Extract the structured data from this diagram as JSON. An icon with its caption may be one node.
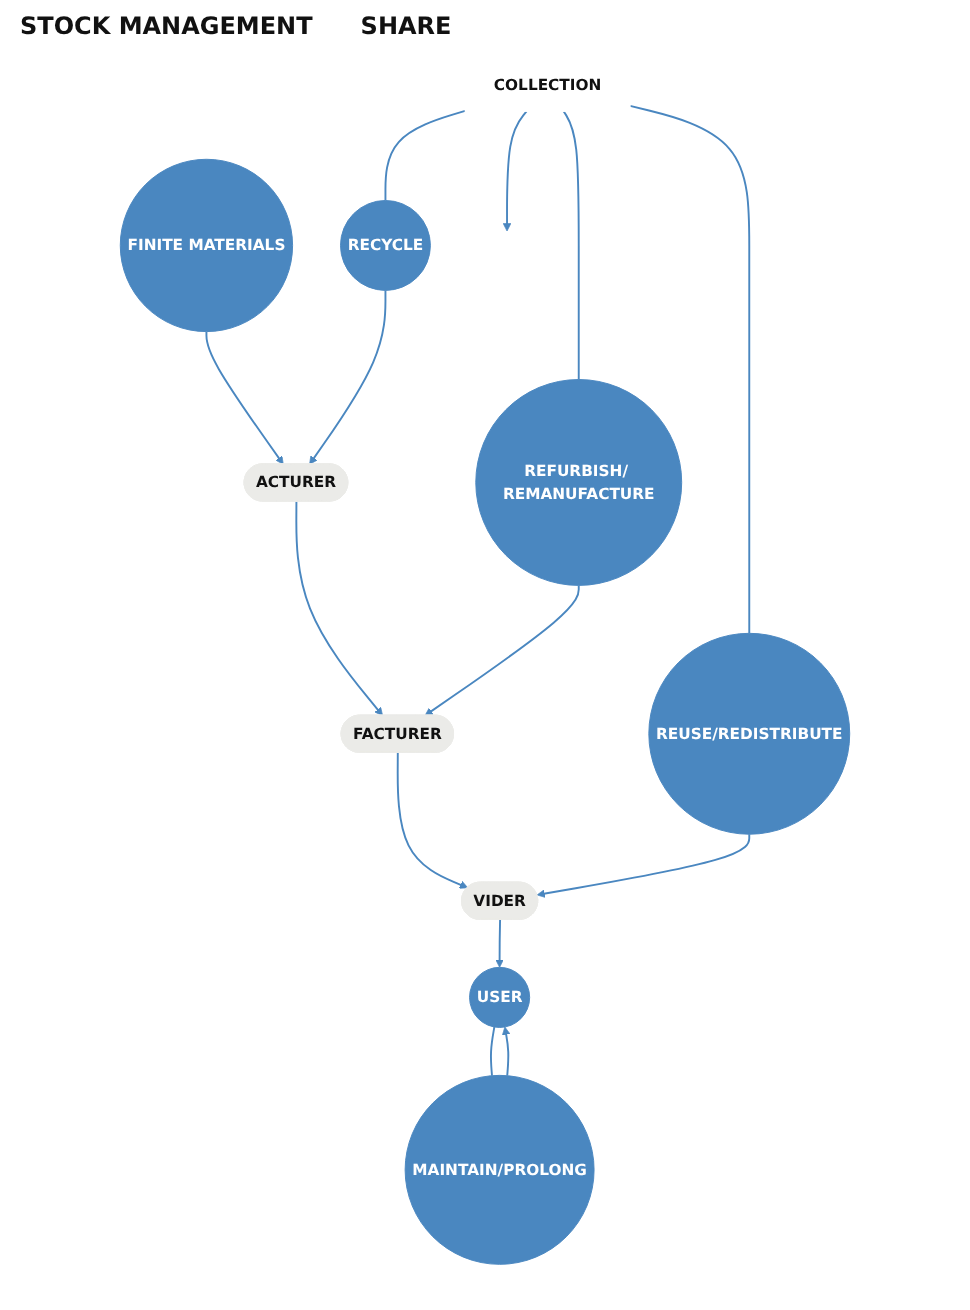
{
  "diagram": {
    "nodes": [
      {
        "text": [
          "FINITE MATERIALS"
        ]
      },
      {
        "text": [
          "ACTURER"
        ]
      },
      {
        "text": [
          "FACTURER"
        ]
      },
      {
        "text": [
          "VIDER"
        ]
      },
      {
        "text": [
          "USER"
        ]
      },
      {
        "text": [
          "MAINTAIN/PROLONG"
        ]
      },
      {
        "text": [
          "REUSE/REDISTRIBUTE"
        ]
      },
      {
        "text": [
          "REFURBISH/ REMANUFACTURE"
        ]
      },
      {
        "text": [
          "RECYCLE"
        ]
      },
      {
        "text": [
          "COLLECTION"
        ]
      }
    ],
    "edges": [
      {
        "from": 0,
        "to": 1,
        "arrow": "to"
      },
      {
        "from": 1,
        "to": 2,
        "arrow": "to"
      },
      {
        "from": 2,
        "to": 3,
        "arrow": "to"
      },
      {
        "from": 3,
        "to": 4,
        "arrow": "to"
      },
      {
        "from": 4,
        "to": 5,
        "arrow": "none"
      },
      {
        "from": 5,
        "to": 4,
        "arrow": "to"
      },
      {
        "from": 9,
        "to": 6,
        "arrow": "none"
      },
      {
        "from": 9,
        "to": 7,
        "arrow": "none"
      },
      {
        "from": 9,
        "to": 8,
        "arrow": "none"
      },
      {
        "from": 6,
        "to": 3,
        "arrow": "to"
      },
      {
        "from": 7,
        "to": 2,
        "arrow": "to"
      },
      {
        "from": 8,
        "to": 1,
        "arrow": "to"
      },
      {
        "from": 9,
        "to": null,
        "arrow": "to"
      }
    ],
    "labels": [
      "STOCK MANAGEMENT",
      "SHARE"
    ]
  }
}
